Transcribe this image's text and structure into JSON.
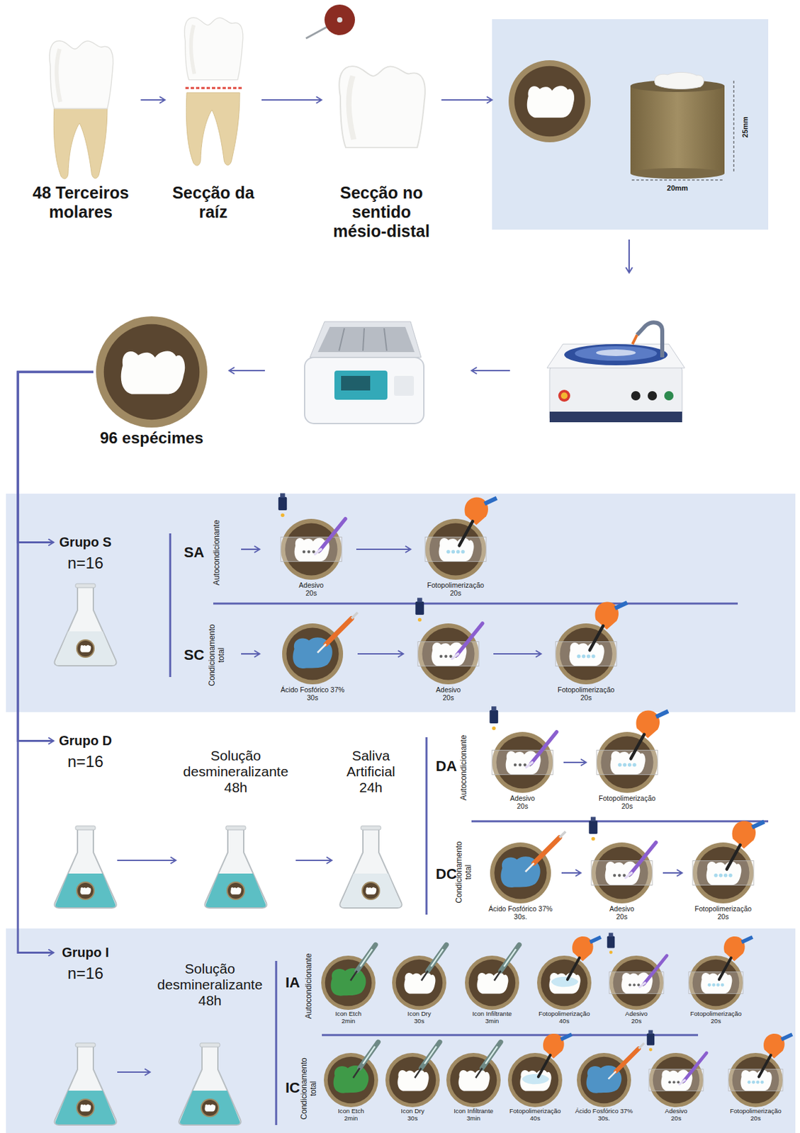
{
  "diagram": {
    "nodes": [
      {
        "text": [
          "48 Terceiros molares"
        ]
      },
      {
        "text": [
          "Secção da raíz"
        ]
      },
      {
        "text": [
          "Secção no sentido mésio-distal"
        ]
      },
      {
        "text": [
          "25mm",
          "20mm"
        ]
      },
      {
        "text": [
          "96 espécimes"
        ]
      },
      {
        "text": [
          "Grupo S",
          "n=16"
        ]
      },
      {
        "text": [
          "Adesivo 20s"
        ]
      },
      {
        "text": [
          "Fotopolimerização 20s"
        ]
      },
      {
        "text": [
          "Ácido Fosfórico 37% 30s"
        ]
      },
      {
        "text": [
          "Adesivo 20s"
        ]
      },
      {
        "text": [
          "Fotopolimerização 20s"
        ]
      },
      {
        "text": [
          "Grupo D",
          "n=16"
        ]
      },
      {
        "text": [
          "Solução desmineralizante 48h"
        ]
      },
      {
        "text": [
          "Saliva Artificial 24h"
        ]
      },
      {
        "text": [
          "Adesivo 20s"
        ]
      },
      {
        "text": [
          "Fotopolimerização 20s"
        ]
      },
      {
        "text": [
          "Ácido Fosfórico 37% 30s."
        ]
      },
      {
        "text": [
          "Adesivo 20s"
        ]
      },
      {
        "text": [
          "Fotopolimerização 20s"
        ]
      },
      {
        "text": [
          "Grupo I",
          "n=16"
        ]
      },
      {
        "text": [
          "Solução desmineralizante 48h"
        ]
      },
      {
        "text": [
          "Icon Etch 2min"
        ]
      },
      {
        "text": [
          "Icon Dry 30s"
        ]
      },
      {
        "text": [
          "Icon Infiltrante 3min"
        ]
      },
      {
        "text": [
          "Fotopolimerização 40s"
        ]
      },
      {
        "text": [
          "Adesivo 20s"
        ]
      },
      {
        "text": [
          "Fotopolimerização 20s"
        ]
      },
      {
        "text": [
          "Icon Etch 2min"
        ]
      },
      {
        "text": [
          "Icon Dry 30s"
        ]
      },
      {
        "text": [
          "Icon Infiltrante 3min"
        ]
      },
      {
        "text": [
          "Fotopolimerização 40s"
        ]
      },
      {
        "text": [
          "Ácido Fosfórico 37% 30s."
        ]
      },
      {
        "text": [
          "Adesivo 20s"
        ]
      },
      {
        "text": [
          "Fotopolimerização 20s"
        ]
      }
    ],
    "edges": [
      {
        "from": 0,
        "to": 1,
        "arrow": "to"
      },
      {
        "from": 1,
        "to": 2,
        "arrow": "to"
      },
      {
        "from": 2,
        "to": 3,
        "arrow": "to"
      },
      {
        "from": 4,
        "to": 5,
        "arrow": "to"
      },
      {
        "from": 4,
        "to": 11,
        "arrow": "to"
      },
      {
        "from": 4,
        "to": 19,
        "arrow": "to"
      },
      {
        "from": 6,
        "to": 7,
        "arrow": "to"
      },
      {
        "from": 8,
        "to": 9,
        "arrow": "to"
      },
      {
        "from": 9,
        "to": 10,
        "arrow": "to"
      },
      {
        "from": 11,
        "to": 12,
        "arrow": "to"
      },
      {
        "from": 12,
        "to": 13,
        "arrow": "to"
      },
      {
        "from": 14,
        "to": 15,
        "arrow": "to"
      },
      {
        "from": 16,
        "to": 17,
        "arrow": "to"
      },
      {
        "from": 17,
        "to": 18,
        "arrow": "to"
      },
      {
        "from": 19,
        "to": 20,
        "arrow": "to"
      }
    ],
    "labels": [
      "SA",
      "Autocondicionante",
      "SC",
      "Condicionamento total",
      "DA",
      "Autocondicionante",
      "DC",
      "Condicionamento total",
      "IA",
      "Autocondicionante",
      "IC",
      "Condicionamento total"
    ]
  }
}
